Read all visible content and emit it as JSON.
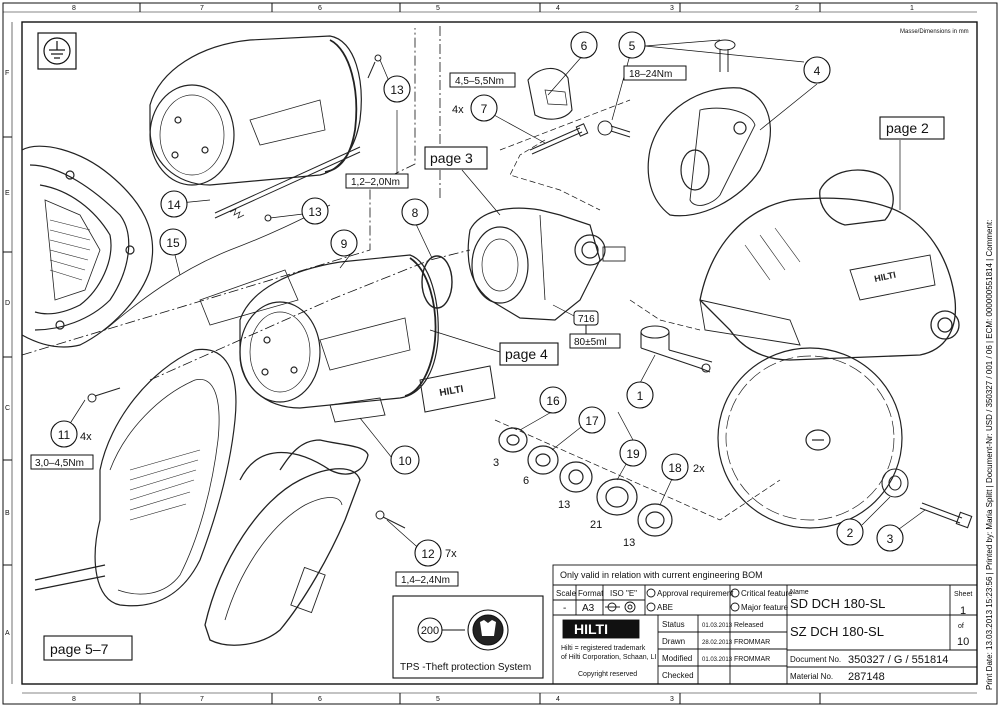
{
  "border": {
    "top_cols": [
      "8",
      "7",
      "6",
      "5",
      "4",
      "3",
      "2",
      "1"
    ],
    "side_rows": [
      "F",
      "E",
      "D",
      "C",
      "B",
      "A"
    ],
    "dimensions_note": "Masse/Dimensions in mm"
  },
  "print_info": "Print Date: 13.03.2013 15:23:56 | Printed by: Maria Splitt | Document-Nr: USD / 350327 / 001 / 06 | ECM: 000000551814 | Comment:",
  "callouts": [
    {
      "id": "c1",
      "text": "1"
    },
    {
      "id": "c2",
      "text": "2"
    },
    {
      "id": "c3",
      "text": "3"
    },
    {
      "id": "c4",
      "text": "4"
    },
    {
      "id": "c5",
      "text": "5"
    },
    {
      "id": "c6",
      "text": "6"
    },
    {
      "id": "c7",
      "text": "7"
    },
    {
      "id": "c8",
      "text": "8"
    },
    {
      "id": "c9",
      "text": "9"
    },
    {
      "id": "c10",
      "text": "10"
    },
    {
      "id": "c11",
      "text": "11"
    },
    {
      "id": "c12",
      "text": "12"
    },
    {
      "id": "c13a",
      "text": "13"
    },
    {
      "id": "c13b",
      "text": "13"
    },
    {
      "id": "c14",
      "text": "14"
    },
    {
      "id": "c15",
      "text": "15"
    },
    {
      "id": "c16",
      "text": "16"
    },
    {
      "id": "c17",
      "text": "17"
    },
    {
      "id": "c18",
      "text": "18"
    },
    {
      "id": "c19",
      "text": "19"
    },
    {
      "id": "c200",
      "text": "200"
    }
  ],
  "boxes": {
    "torque_5": "18–24Nm",
    "torque_7": "4,5–5,5Nm",
    "torque_13": "1,2–2,0Nm",
    "torque_11": "3,0–4,5Nm",
    "torque_12": "1,4–2,4Nm",
    "grease_716_id": "716",
    "grease_716": "80±5ml"
  },
  "page_refs": {
    "p2": "page 2",
    "p3": "page 3",
    "p4": "page 4",
    "p57": "page 5–7"
  },
  "qty": {
    "q7": "4x",
    "q11": "4x",
    "q12": "7x",
    "q18": "2x"
  },
  "washer_nums": {
    "w3": "3",
    "w6": "6",
    "w13a": "13",
    "w21": "21",
    "w13b": "13"
  },
  "tps": {
    "caption": "TPS -Theft protection System"
  },
  "title_block": {
    "validity": "Only valid in relation with current engineering BOM",
    "scale_label": "Scale",
    "scale_value": "-",
    "format_label": "Format",
    "format_value": "A3",
    "iso_label": "ISO \"E\"",
    "approval": "Approval requirement",
    "abe": "ABE",
    "critical": "Critical feature",
    "major": "Major feature",
    "brand": "HILTI",
    "trademark1": "Hilti = registered trademark",
    "trademark2": "of Hilti Corporation, Schaan, LI",
    "copyright": "Copyright reserved",
    "status_label": "Status",
    "status_date": "01.03.2013",
    "status_value": "Released",
    "drawn_label": "Drawn",
    "drawn_date": "28.02.2013",
    "drawn_by": "FROMMAR",
    "modified_label": "Modified",
    "modified_date": "01.03.2013",
    "modified_by": "FROMMAR",
    "checked_label": "Checked",
    "name_label": "Name",
    "name_sd": "SD DCH 180-SL",
    "name_sz": "SZ DCH 180-SL",
    "sheet_label": "Sheet",
    "sheet_value": "1",
    "of_label": "of",
    "sheet_total": "10",
    "doc_label": "Document No.",
    "doc_value": "350327  /  G  /  551814",
    "mat_label": "Material No.",
    "mat_value": "287148"
  },
  "logo_text": "HILTI"
}
